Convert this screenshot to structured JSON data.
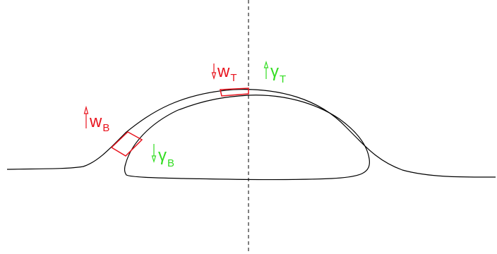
{
  "colors": {
    "outline": "#000000",
    "element": "#e8141e",
    "weight": "#e8141e",
    "gamma": "#33dd22",
    "axis": "#000000"
  },
  "labels": {
    "w_top": {
      "letter": "w",
      "sub": "T"
    },
    "gamma_top": {
      "letter": "γ",
      "sub": "T"
    },
    "w_bottom": {
      "letter": "w",
      "sub": "B"
    },
    "gamma_bottom": {
      "letter": "γ",
      "sub": "B"
    }
  },
  "arrows": {
    "w_top": "down",
    "gamma_top": "up",
    "w_bottom": "up",
    "gamma_bottom": "down"
  }
}
